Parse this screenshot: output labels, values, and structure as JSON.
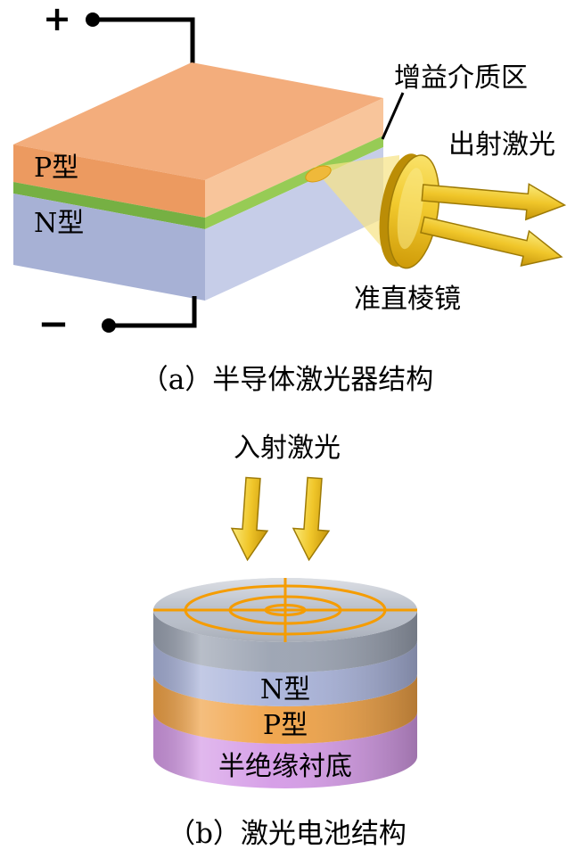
{
  "figure_a": {
    "caption": "（a）半导体激光器结构",
    "labels": {
      "plus_terminal": "+",
      "minus_terminal": "−",
      "p_type": "P型",
      "n_type": "N型",
      "gain_region": "增益介质区",
      "output_laser": "出射激光",
      "collimating_lens": "准直棱镜"
    },
    "colors": {
      "p_top": "#f3ad7c",
      "p_front": "#ec9a60",
      "p_side": "#f8c59b",
      "gain_front": "#76b043",
      "gain_side": "#97cb55",
      "n_front": "#a7b1d5",
      "n_side": "#c6cde8",
      "beam": "#f6e387",
      "emitter": "#efb93a",
      "lens_rim": "#bb8d06",
      "wire": "#000000"
    }
  },
  "figure_b": {
    "caption": "（b）激光电池结构",
    "labels": {
      "incident_laser": "入射激光",
      "n_type": "N型",
      "p_type": "P型",
      "substrate": "半绝缘衬底"
    },
    "colors": {
      "top_disc": "#b9bfca",
      "grid_orange": "#f59c00",
      "gray_band": "#9aa2b1",
      "n_band": "#a9b3da",
      "p_band": "#f0a246",
      "substrate_band": "#d49ae6"
    }
  }
}
